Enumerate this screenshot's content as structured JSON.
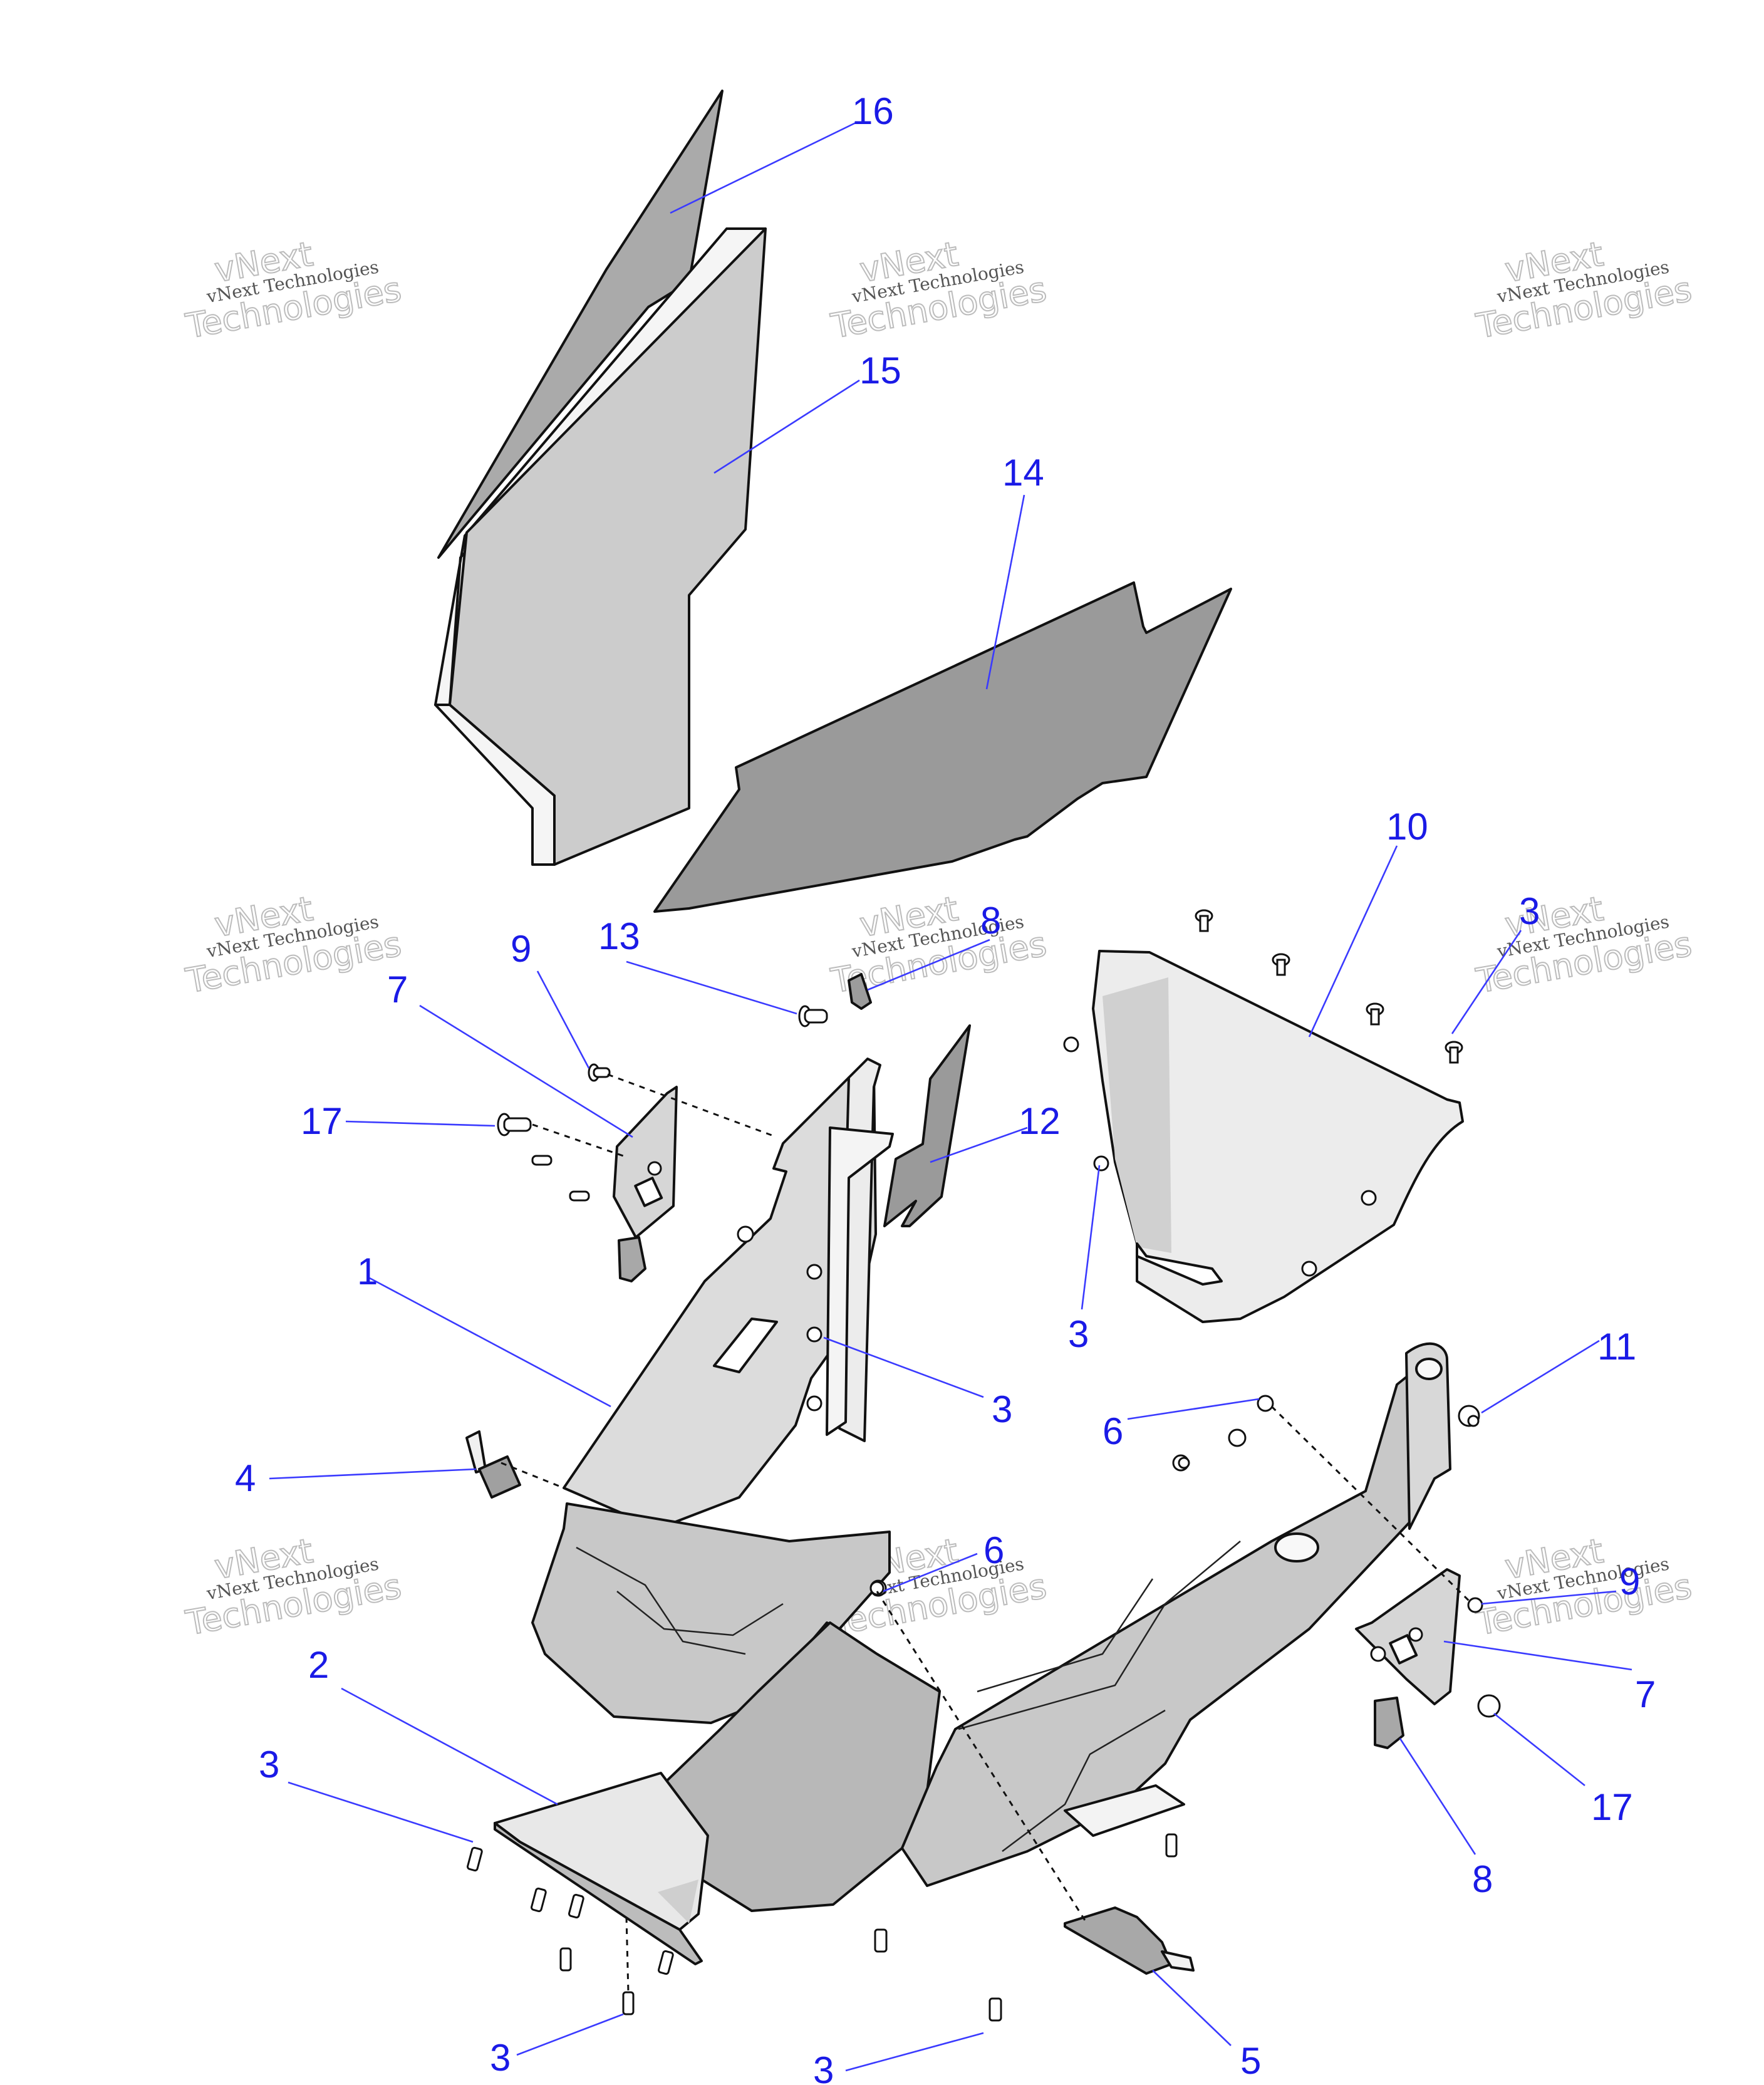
{
  "watermark": {
    "line1": "vNext",
    "line2": "vNext Technologies",
    "line3": "Technologies"
  },
  "callouts": [
    {
      "id": "c16",
      "text": "16"
    },
    {
      "id": "c15",
      "text": "15"
    },
    {
      "id": "c14",
      "text": "14"
    },
    {
      "id": "c10",
      "text": "10"
    },
    {
      "id": "c3a",
      "text": "3"
    },
    {
      "id": "c9a",
      "text": "9"
    },
    {
      "id": "c13",
      "text": "13"
    },
    {
      "id": "c8a",
      "text": "8"
    },
    {
      "id": "c7a",
      "text": "7"
    },
    {
      "id": "c17a",
      "text": "17"
    },
    {
      "id": "c12",
      "text": "12"
    },
    {
      "id": "c3b",
      "text": "3"
    },
    {
      "id": "c1",
      "text": "1"
    },
    {
      "id": "c3c",
      "text": "3"
    },
    {
      "id": "c11",
      "text": "11"
    },
    {
      "id": "c6a",
      "text": "6"
    },
    {
      "id": "c4",
      "text": "4"
    },
    {
      "id": "c6b",
      "text": "6"
    },
    {
      "id": "c9b",
      "text": "9"
    },
    {
      "id": "c2",
      "text": "2"
    },
    {
      "id": "c7b",
      "text": "7"
    },
    {
      "id": "c3d",
      "text": "3"
    },
    {
      "id": "c17b",
      "text": "17"
    },
    {
      "id": "c8b",
      "text": "8"
    },
    {
      "id": "c3e",
      "text": "3"
    },
    {
      "id": "c3f",
      "text": "3"
    },
    {
      "id": "c5",
      "text": "5"
    }
  ],
  "colors": {
    "callout": "#1a1ae6",
    "leader": "#3a3aff",
    "panel_dark": "#999999",
    "panel_mid": "#bdbdbd",
    "panel_light": "#d4d4d4",
    "edge": "#f2f2f2"
  }
}
